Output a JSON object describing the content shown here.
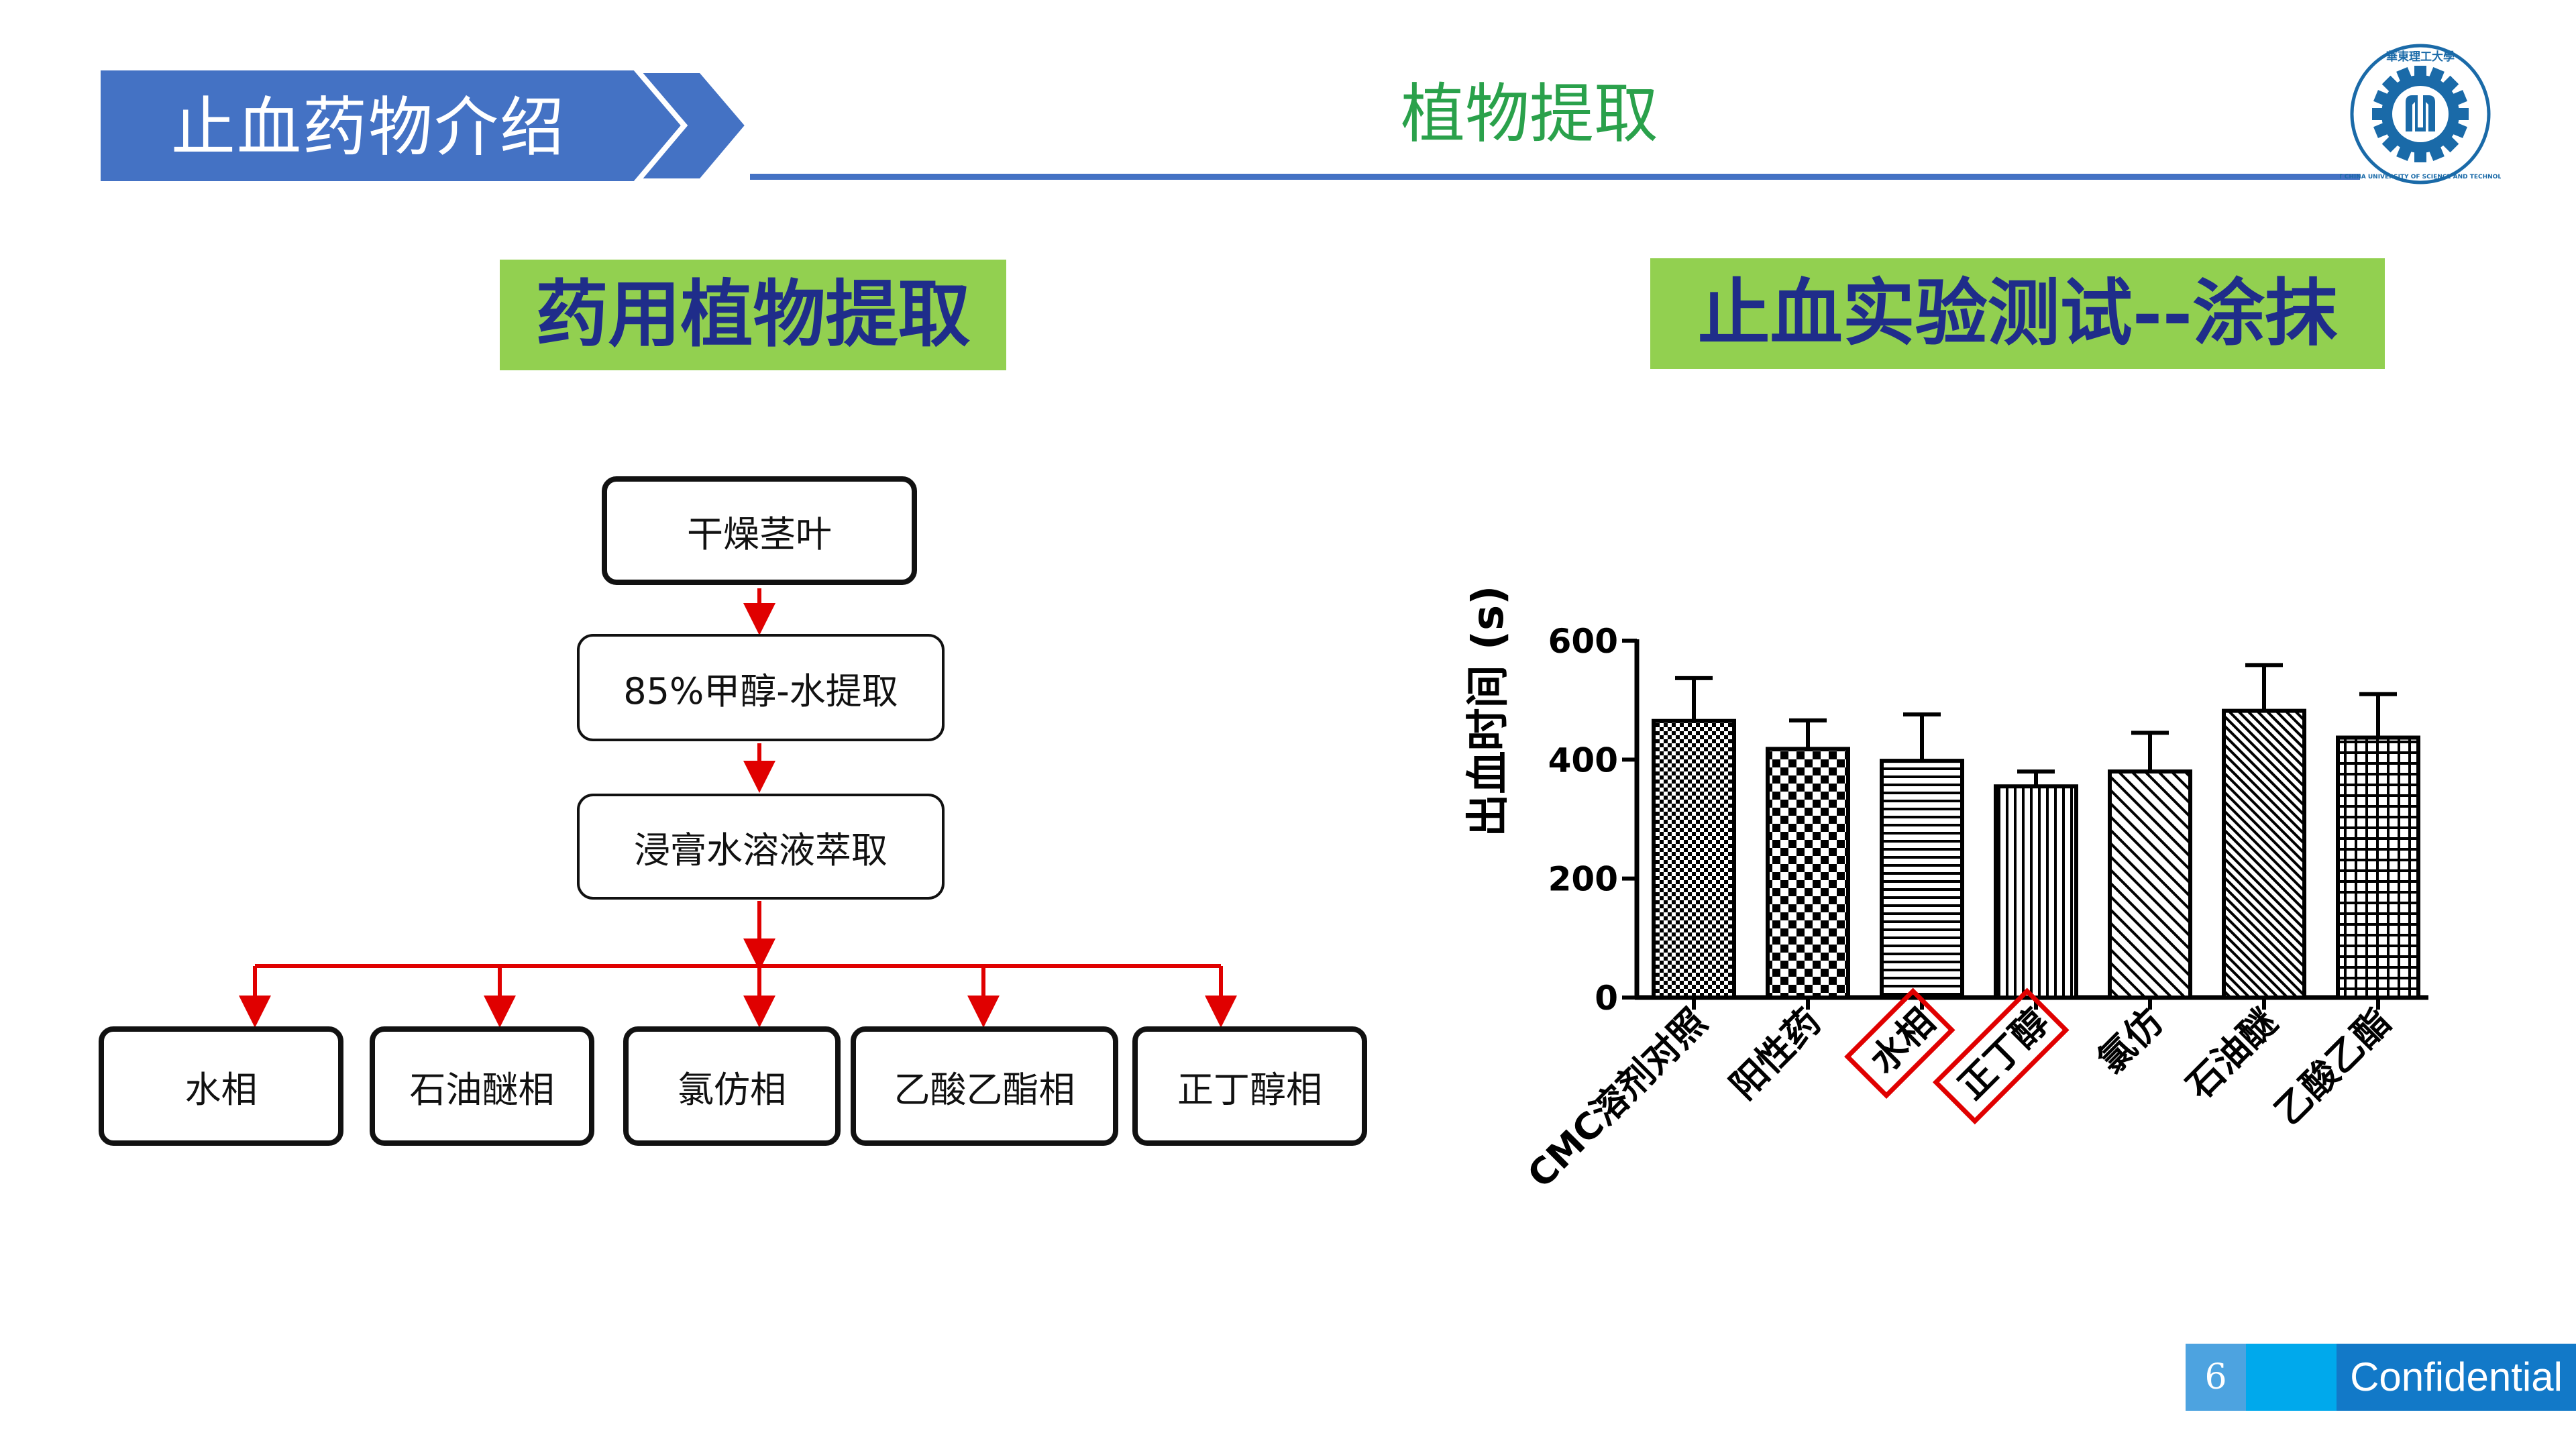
{
  "header": {
    "banner_title": "止血药物介绍",
    "page_title": "植物提取",
    "colors": {
      "banner": "#4472c4",
      "title": "#2aa14b",
      "line": "#4472c4"
    }
  },
  "logo": {
    "name": "university-logo",
    "text": "華東理工大學 EAST CHINA UNIVERSITY OF SCIENCE AND TECHNOLOGY",
    "color": "#1a6aa8"
  },
  "sections": {
    "left_label": "药用植物提取",
    "right_label": "止血实验测试--涂抹",
    "label_bg": "#92d050",
    "label_fg": "#1f2d8a"
  },
  "flowchart": {
    "arrow_color": "#e00000",
    "steps": [
      "干燥茎叶",
      "85%甲醇-水提取",
      "浸膏水溶液萃取"
    ],
    "branches": [
      "水相",
      "石油醚相",
      "氯仿相",
      "乙酸乙酯相",
      "正丁醇相"
    ]
  },
  "chart_data": {
    "type": "bar",
    "title": "",
    "xlabel": "",
    "ylabel": "出血时间 (s)",
    "ylim": [
      0,
      600
    ],
    "yticks": [
      0,
      200,
      400,
      600
    ],
    "grid": false,
    "categories": [
      "CMC溶剂对照",
      "阳性药",
      "水相",
      "正丁醇",
      "氯仿",
      "石油醚",
      "乙酸乙酯"
    ],
    "values": [
      465,
      418,
      398,
      355,
      380,
      482,
      437
    ],
    "errors": [
      72,
      48,
      78,
      25,
      65,
      77,
      73
    ],
    "patterns": [
      "fine-checker",
      "coarse-checker",
      "horizontal-lines",
      "vertical-lines",
      "diagonal-lines",
      "dense-diagonal",
      "grid"
    ],
    "highlighted_categories": [
      "水相",
      "正丁醇"
    ],
    "highlight_color": "#e00000"
  },
  "footer": {
    "page_number": "6",
    "confidential": "Confidential"
  }
}
